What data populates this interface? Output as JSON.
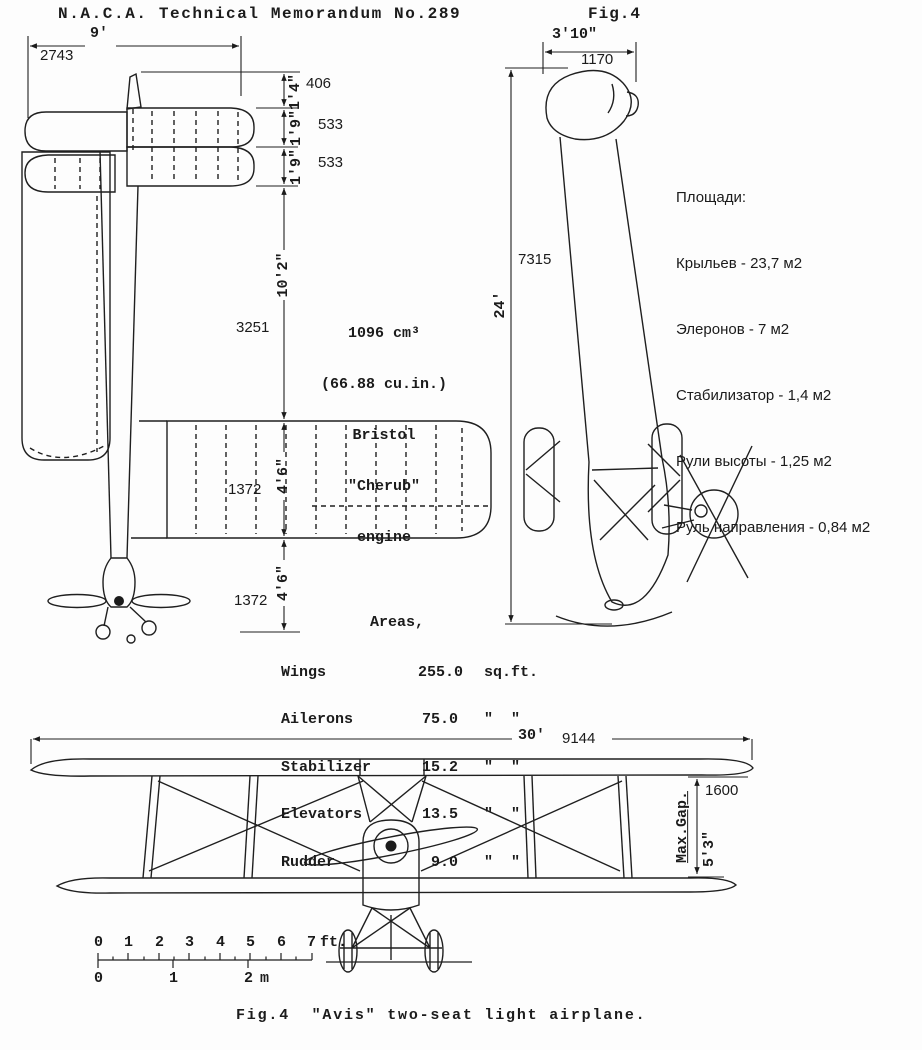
{
  "colors": {
    "ink": "#1b1b1b",
    "paper": "#fdfdfd"
  },
  "header": {
    "title": "N.A.C.A. Technical Memorandum No.289",
    "fig": "Fig.4"
  },
  "plan_view": {
    "span_ft": "9'",
    "span_mm": "2743",
    "fin_mm": "406",
    "fin_ft": "1'4\"",
    "stab_mm": "533",
    "stab_ft": "1'9\"",
    "elev_mm": "533",
    "elev_ft": "1'9\"",
    "body_mm": "3251",
    "body_ft": "10'2\"",
    "chord_mm": "1372",
    "chord_ft": "4'6\"",
    "nose_mm": "1372",
    "nose_ft": "4'6\""
  },
  "engine_note": {
    "line1": "1096 cm³",
    "line2": "(66.88 cu.in.)",
    "line3": "Bristol",
    "line4": "\"Cherub\"",
    "line5": "engine"
  },
  "side_view": {
    "width_ft": "3'10\"",
    "width_mm": "1170",
    "length_mm": "7315",
    "length_ft": "24'"
  },
  "areas_ru": {
    "title": "Площади:",
    "lines": [
      "Крыльев - 23,7 м2",
      "Элеронов - 7 м2",
      "Стабилизатор - 1,4 м2",
      "Рули высоты - 1,25 м2",
      "Руль направления - 0,84 м2"
    ]
  },
  "areas_table": {
    "title": "Areas,",
    "rows": [
      {
        "name": "Wings",
        "value": "255.0",
        "unit": "sq.ft."
      },
      {
        "name": "Ailerons",
        "value": "75.0",
        "unit": "\"  \""
      },
      {
        "name": "Stabilizer",
        "value": "15.2",
        "unit": "\"  \""
      },
      {
        "name": "Elevators",
        "value": "13.5",
        "unit": "\"  \""
      },
      {
        "name": "Rudder",
        "value": "9.0",
        "unit": "\"  \""
      }
    ]
  },
  "front_view": {
    "span_ft": "30'",
    "span_mm": "9144",
    "gap_mm": "1600",
    "gap_label": "Max.Gap.",
    "gap_ft": "5'3\""
  },
  "scale_bar": {
    "ft": [
      "0",
      "1",
      "2",
      "3",
      "4",
      "5",
      "6",
      "7"
    ],
    "ft_unit": "ft.",
    "m": [
      "0",
      "1",
      "2"
    ],
    "m_unit": "m"
  },
  "caption": "Fig.4  \"Avis\" two-seat light airplane."
}
